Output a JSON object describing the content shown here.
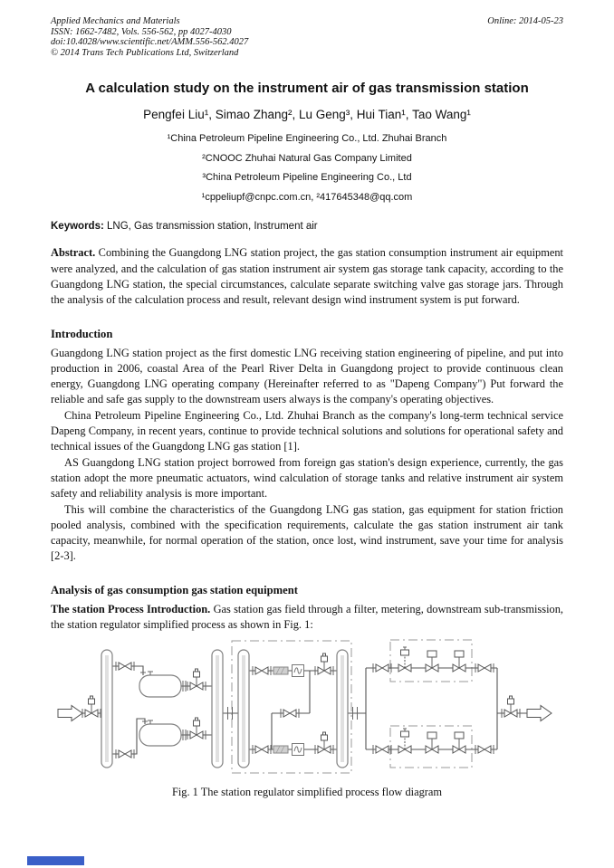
{
  "header": {
    "journal": "Applied Mechanics and Materials",
    "issn_line": "ISSN: 1662-7482, Vols. 556-562, pp 4027-4030",
    "doi_line": "doi:10.4028/www.scientific.net/AMM.556-562.4027",
    "copyright_line": "© 2014 Trans Tech Publications Ltd, Switzerland",
    "online_date": "Online: 2014-05-23"
  },
  "title": "A calculation study on the instrument air of gas transmission station",
  "authors_line": "Pengfei Liu¹, Simao Zhang², Lu Geng³, Hui Tian¹, Tao Wang¹",
  "affiliations": [
    "¹China Petroleum Pipeline Engineering Co., Ltd. Zhuhai Branch",
    "²CNOOC Zhuhai Natural Gas Company Limited",
    "³China Petroleum Pipeline Engineering Co., Ltd",
    "¹cppeliupf@cnpc.com.cn, ²417645348@qq.com"
  ],
  "keywords": {
    "label": "Keywords:",
    "text": " LNG, Gas transmission station, Instrument air"
  },
  "abstract": {
    "label": "Abstract.",
    "text": " Combining the Guangdong LNG station project, the gas station consumption instrument air equipment were analyzed, and the calculation of gas station instrument air system gas storage tank capacity, according to the Guangdong LNG station, the special circumstances, calculate separate switching valve gas storage jars. Through the analysis of the calculation process and result, relevant design wind instrument system is put forward."
  },
  "intro": {
    "heading": "Introduction",
    "p1": "Guangdong LNG station project as the first domestic LNG receiving station engineering of pipeline, and put into production in 2006, coastal Area of the Pearl River Delta in Guangdong project to provide continuous clean energy, Guangdong LNG operating company (Hereinafter referred to as \"Dapeng Company\") Put forward the reliable and safe gas supply to the downstream users always is the company's operating objectives.",
    "p2": "China Petroleum Pipeline Engineering Co., Ltd. Zhuhai Branch as the company's long-term technical service Dapeng Company, in recent years, continue to provide technical solutions and solutions for operational safety and technical issues of the Guangdong LNG gas station [1].",
    "p3": "AS Guangdong LNG station project borrowed from foreign gas station's design experience, currently, the gas station adopt the more pneumatic actuators, wind calculation of storage tanks and relative instrument air system safety and reliability analysis is more important.",
    "p4": "This will combine the characteristics of the Guangdong LNG gas station, gas equipment for station friction pooled analysis, combined with the specification requirements, calculate the gas station instrument air tank capacity, meanwhile, for normal operation of the station, once lost, wind instrument, save your time for analysis [2-3]."
  },
  "analysis": {
    "heading": "Analysis of gas consumption gas station equipment",
    "lead": "The station Process Introduction.",
    "text": " Gas station gas field through a filter, metering, downstream sub-transmission, the station regulator simplified process as shown in Fig. 1:"
  },
  "figure": {
    "caption": "Fig. 1 The station regulator simplified process flow diagram"
  },
  "accent": {
    "footer_bar_color": "#3a5fc8"
  }
}
